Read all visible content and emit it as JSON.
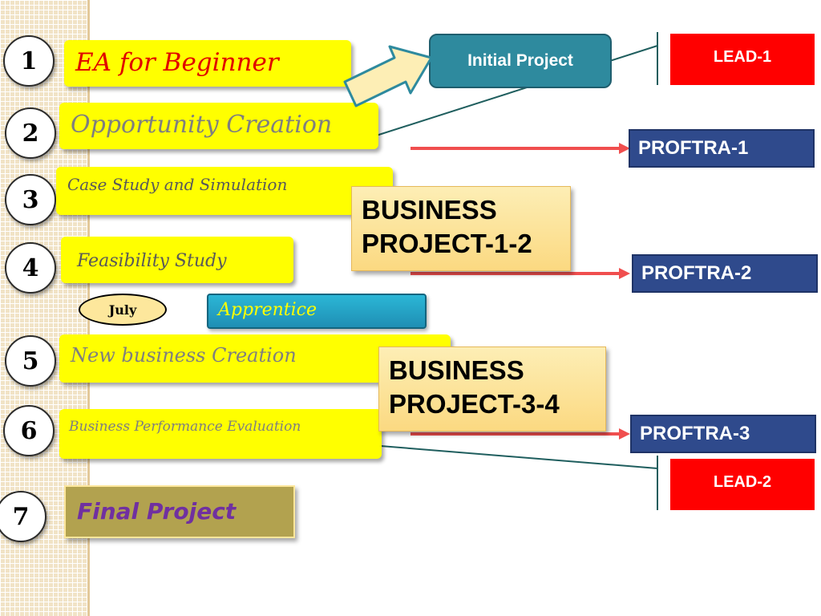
{
  "steps": [
    {
      "num": "1",
      "label": "EA for Beginner"
    },
    {
      "num": "2",
      "label": "Opportunity Creation"
    },
    {
      "num": "3",
      "label": "Case Study and Simulation"
    },
    {
      "num": "4",
      "label": "Feasibility Study"
    },
    {
      "num": "5",
      "label": "New business Creation"
    },
    {
      "num": "6",
      "label": "Business Performance Evaluation"
    },
    {
      "num": "7",
      "label": "Final Project"
    }
  ],
  "july": "July",
  "apprentice": "Apprentice",
  "initial_project": "Initial Project",
  "business_projects": [
    {
      "line1": "BUSINESS",
      "line2": "PROJECT-1-2"
    },
    {
      "line1": "BUSINESS",
      "line2": "PROJECT-3-4"
    }
  ],
  "proftra": [
    "PROFTRA-1",
    "PROFTRA-2",
    "PROFTRA-3"
  ],
  "leads": [
    "LEAD-1",
    "LEAD-2"
  ],
  "colors": {
    "step_fill": "#ffff00",
    "lead_fill": "#ff0000",
    "proftra_fill": "#2f4a8c",
    "initial_fill": "#2e8a9e",
    "final_fill": "#b2a24f",
    "final_text": "#7030a0",
    "arrow_red": "#f04e4e",
    "connector": "#1f5e5e"
  }
}
